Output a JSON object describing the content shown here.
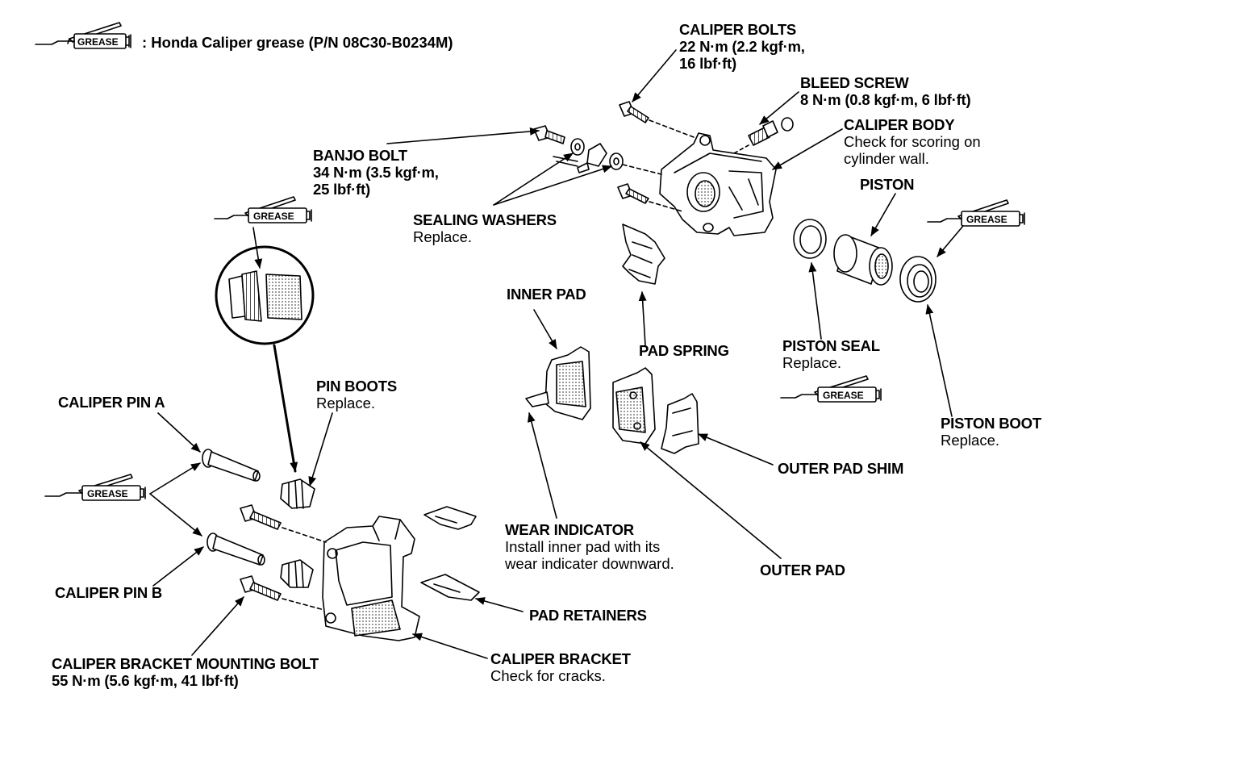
{
  "legend": {
    "icon": "grease-gun-icon",
    "icon_label": "GREASE",
    "text": ": Honda Caliper grease (P/N 08C30-B0234M)"
  },
  "labels": {
    "caliper_bolts": {
      "title": "CALIPER BOLTS",
      "lines": [
        "22 N·m (2.2 kgf·m,",
        "16 lbf·ft)"
      ]
    },
    "bleed_screw": {
      "title": "BLEED SCREW",
      "lines": [
        "8 N·m (0.8 kgf·m, 6 lbf·ft)"
      ]
    },
    "caliper_body": {
      "title": "CALIPER BODY",
      "lines": [
        "Check for scoring on",
        "cylinder wall."
      ]
    },
    "banjo_bolt": {
      "title": "BANJO BOLT",
      "lines": [
        "34 N·m (3.5 kgf·m,",
        "25 lbf·ft)"
      ]
    },
    "piston": {
      "title": "PISTON"
    },
    "sealing_washers": {
      "title": "SEALING WASHERS",
      "note": "Replace."
    },
    "inner_pad": {
      "title": "INNER PAD"
    },
    "pad_spring": {
      "title": "PAD SPRING"
    },
    "piston_seal": {
      "title": "PISTON SEAL",
      "note": "Replace."
    },
    "pin_boots": {
      "title": "PIN BOOTS",
      "note": "Replace."
    },
    "caliper_pin_a": {
      "title": "CALIPER PIN A"
    },
    "piston_boot": {
      "title": "PISTON BOOT",
      "note": "Replace."
    },
    "outer_pad_shim": {
      "title": "OUTER PAD SHIM"
    },
    "wear_indicator": {
      "title": "WEAR INDICATOR",
      "lines": [
        "Install inner pad with its",
        "wear indicater downward."
      ]
    },
    "outer_pad": {
      "title": "OUTER PAD"
    },
    "caliper_pin_b": {
      "title": "CALIPER PIN B"
    },
    "pad_retainers": {
      "title": "PAD RETAINERS"
    },
    "caliper_bracket_mounting_bolt": {
      "title": "CALIPER BRACKET MOUNTING BOLT",
      "lines": [
        "55 N·m (5.6 kgf·m, 41 lbf·ft)"
      ]
    },
    "caliper_bracket": {
      "title": "CALIPER BRACKET",
      "note": "Check for cracks."
    }
  },
  "colors": {
    "ink": "#000000",
    "paper": "#ffffff",
    "shade": "#b8b8b8"
  }
}
